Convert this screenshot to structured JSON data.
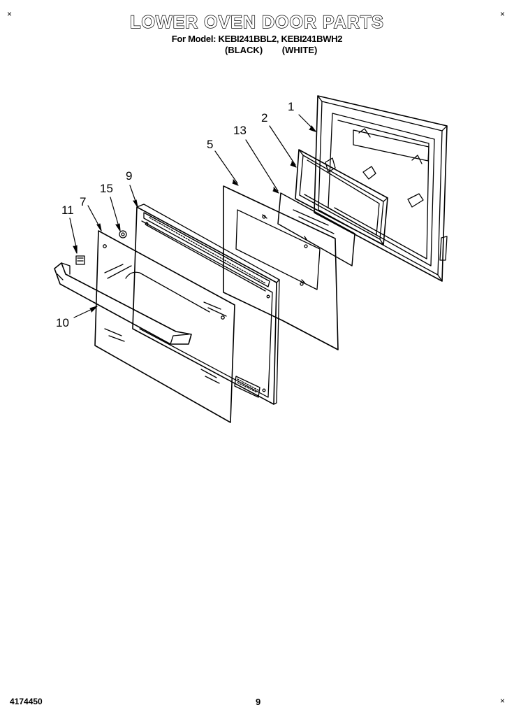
{
  "header": {
    "title": "LOWER OVEN DOOR PARTS",
    "models": "For Model: KEBI241BBL2, KEBI241BWH2",
    "color1": "(BLACK)",
    "color2": "(WHITE)"
  },
  "corner_marks": {
    "symbol": "×"
  },
  "callouts": {
    "c1": "1",
    "c2": "2",
    "c13": "13",
    "c5": "5",
    "c9": "9",
    "c15": "15",
    "c7": "7",
    "c11": "11",
    "c10": "10"
  },
  "footer": {
    "doc_number": "4174450",
    "page_number": "9"
  }
}
